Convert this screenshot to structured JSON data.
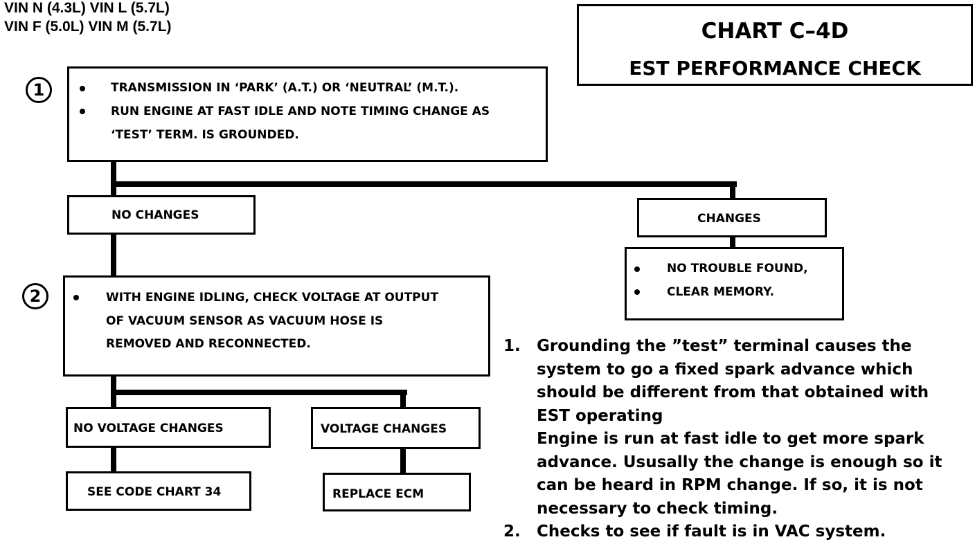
{
  "header": {
    "vin_lines": [
      "VIN N (4.3L) VIN L (5.7L)",
      "VIN F (5.0L) VIN M (5.7L)"
    ],
    "chart_title": "CHART C–4D",
    "chart_subtitle": "EST PERFORMANCE CHECK"
  },
  "steps": {
    "step1": {
      "number": "1",
      "bullets": [
        "TRANSMISSION IN ‘PARK’ (A.T.) OR ‘NEUTRAL’ (M.T.).",
        "RUN ENGINE AT FAST IDLE AND NOTE TIMING CHANGE AS"
      ],
      "continuation": "‘TEST’ TERM. IS GROUNDED."
    },
    "step2": {
      "number": "2",
      "lines": [
        "WITH ENGINE IDLING, CHECK VOLTAGE AT OUTPUT",
        "OF VACUUM SENSOR AS VACUUM HOSE IS",
        "REMOVED AND RECONNECTED."
      ]
    }
  },
  "nodes": {
    "no_changes": "NO CHANGES",
    "changes": "CHANGES",
    "no_trouble": [
      "NO TROUBLE FOUND,",
      "CLEAR MEMORY."
    ],
    "no_voltage_changes": "NO VOLTAGE CHANGES",
    "voltage_changes": "VOLTAGE CHANGES",
    "see_code_chart": "SEE CODE CHART 34",
    "replace_ecm": "REPLACE ECM"
  },
  "notes": {
    "note1_number": "1.",
    "note1_lines": [
      "Grounding the ”test” terminal causes the",
      "system to go a fixed spark advance which",
      "should be different from that obtained with",
      "EST operating",
      "Engine is run at fast idle to get more spark",
      "advance.  Ususally the change is enough so it",
      "can be heard in RPM change.  If so, it is not",
      "necessary to check timing."
    ],
    "note2_number": "2.",
    "note2_text": "Checks to see if fault is in VAC system."
  }
}
